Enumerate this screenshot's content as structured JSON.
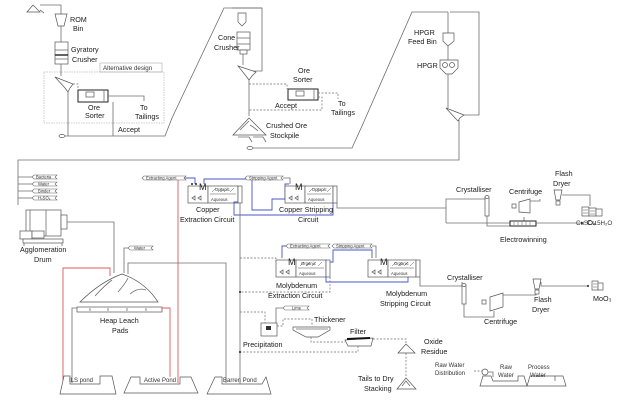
{
  "diagram": {
    "title": "Copper and Molybdenum Heap Leach Process Flowsheet",
    "crushing": {
      "rom_bin": [
        "ROM",
        "Bin"
      ],
      "gyratory_crusher": [
        "Gyratory",
        "Crusher"
      ],
      "alternative_design": "Alternative design",
      "ore_sorter_1": [
        "Ore",
        "Sorter"
      ],
      "to_tailings_1": [
        "To",
        "Tailings"
      ],
      "accept_1": "Accept",
      "cone_crusher": [
        "Cone",
        "Crusher"
      ],
      "ore_sorter_2": [
        "Ore",
        "Sorter"
      ],
      "to_tailings_2": [
        "To",
        "Tailings"
      ],
      "accept_2": "Accept",
      "crushed_ore_stockpile": [
        "Crushed Ore",
        "Stockpile"
      ],
      "hpgr_feed_bin": [
        "HPGR",
        "Feed Bin"
      ],
      "hpgr": "HPGR"
    },
    "agglomeration": {
      "inputs": [
        "Bacteria",
        "Water",
        "Binder",
        "H₂SO₄"
      ],
      "drum": [
        "Agglomeration",
        "Drum"
      ]
    },
    "heap_leach": {
      "water_input": "Water",
      "pads": [
        "Heap Leach",
        "Pads"
      ],
      "ponds": [
        "ILS pond",
        "Active Pond",
        "Barren Pond"
      ]
    },
    "copper": {
      "extracting_agent": "Extracting Agent",
      "stripping_agent": "Stripping Agent",
      "mixer_label": "M",
      "organic": "Organic",
      "aqueous": "Aqueous",
      "extraction_circuit": [
        "Copper",
        "Extraction Circuit"
      ],
      "stripping_circuit": [
        "Copper Stripping",
        "Circuit"
      ],
      "crystalliser": "Crystalliser",
      "centrifuge": "Centrifuge",
      "flash_dryer": [
        "Flash",
        "Dryer"
      ],
      "product_salt": "CuSO₄.5H₂O",
      "electrowinning": "Electrowinning",
      "product_metal": "Cu"
    },
    "molybdenum": {
      "extracting_agent": "Extracting Agent",
      "stripping_agent": "Stripping Agent",
      "mixer_label": "M",
      "organic": "Organic",
      "aqueous": "Aqueous",
      "extraction_circuit": [
        "Molybdenum",
        "Extraction Circuit"
      ],
      "stripping_circuit": [
        "Molybdenum",
        "Stripping Circuit"
      ],
      "crystalliser": "Crystalliser",
      "centrifuge": "Centrifuge",
      "flash_dryer": [
        "Flash",
        "Dryer"
      ],
      "product": "MoO₃"
    },
    "residue": {
      "lime": "Lime",
      "precipitation": "Precipitation",
      "thickener": "Thickener",
      "filter": "Filter",
      "oxide_residue": [
        "Oxide",
        "Residue"
      ],
      "tails": [
        "Tails to Dry",
        "Stacking"
      ]
    },
    "water": {
      "raw_water_distribution": [
        "Raw Water",
        "Distribution"
      ],
      "raw_water": [
        "Raw",
        "Water"
      ],
      "process_water": [
        "Process",
        "Water"
      ]
    },
    "colors": {
      "organic_stream": "#4a55c8",
      "pls_stream": "#e05a5a",
      "process_line": "#6e6e6e"
    }
  }
}
